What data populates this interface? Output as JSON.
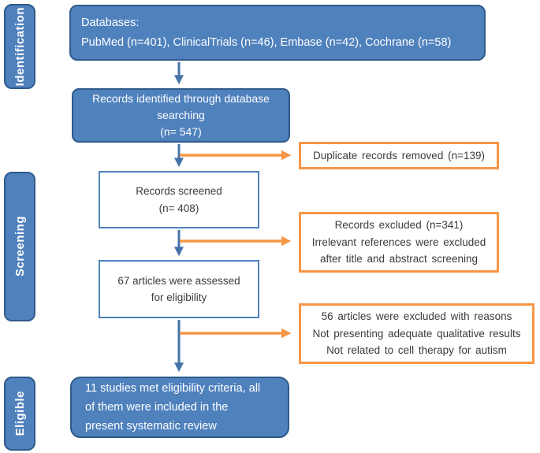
{
  "figure": {
    "type": "prisma-flow-diagram",
    "title": "Study selection flow diagram"
  },
  "colors": {
    "blue_fill": "#4f81bd",
    "blue_border": "#2f5a8a",
    "blue_arrow": "#4573a7",
    "orange": "#f79646",
    "dark_text": "#3b3b3b",
    "light_text": "#ffffff",
    "background": "#ffffff"
  },
  "stages": [
    {
      "label": "Identification"
    },
    {
      "label": "Screening"
    },
    {
      "label": "Eligible"
    }
  ],
  "boxes": {
    "databases": {
      "lines": [
        "Databases:",
        "PubMed (n=401), ClinicalTrials (n=46), Embase (n=42), Cochrane (n=58)"
      ]
    },
    "identified": {
      "lines": [
        "Records identified through database",
        "searching",
        "(n= 547)"
      ]
    },
    "duplicates_removed": {
      "lines": [
        "Duplicate records removed (n=139)"
      ]
    },
    "screened": {
      "lines": [
        "Records screened",
        "(n= 408)"
      ]
    },
    "records_excluded": {
      "lines": [
        "Records excluded (n=341)",
        "Irrelevant references were excluded",
        "after title and abstract screening"
      ]
    },
    "assessed": {
      "lines": [
        "67 articles were assessed",
        "for eligibility"
      ]
    },
    "articles_excluded": {
      "lines": [
        "56 articles were excluded with reasons",
        "Not presenting adequate qualitative results",
        "Not related to cell therapy for autism"
      ]
    },
    "included": {
      "lines": [
        "11 studies met eligibility criteria, all",
        "of them were included in the",
        "present systematic review"
      ]
    }
  }
}
